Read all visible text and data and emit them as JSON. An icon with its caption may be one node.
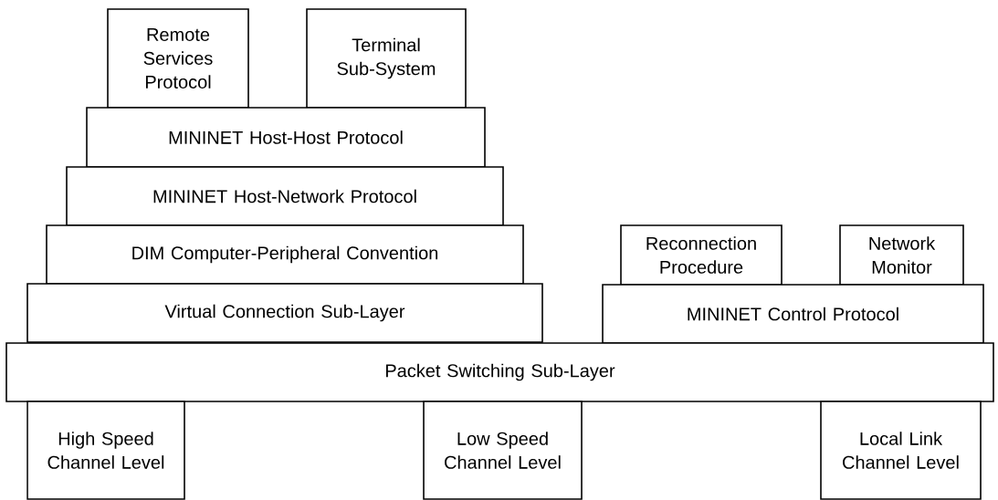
{
  "diagram": {
    "nodes": [
      {
        "text": [
          "Remote Services Protocol"
        ]
      },
      {
        "text": [
          "Terminal Sub-System"
        ]
      },
      {
        "text": [
          "MININET Host-Host Protocol"
        ]
      },
      {
        "text": [
          "MININET Host-Network Protocol"
        ]
      },
      {
        "text": [
          "DIM Computer-Peripheral Convention"
        ]
      },
      {
        "text": [
          "Virtual Connection Sub-Layer"
        ]
      },
      {
        "text": [
          "Reconnection Procedure"
        ]
      },
      {
        "text": [
          "Network Monitor"
        ]
      },
      {
        "text": [
          "MININET Control Protocol"
        ]
      },
      {
        "text": [
          "Packet Switching Sub-Layer"
        ]
      },
      {
        "text": [
          "High Speed Channel Level"
        ]
      },
      {
        "text": [
          "Low Speed Channel Level"
        ]
      },
      {
        "text": [
          "Local Link Channel Level"
        ]
      }
    ]
  }
}
